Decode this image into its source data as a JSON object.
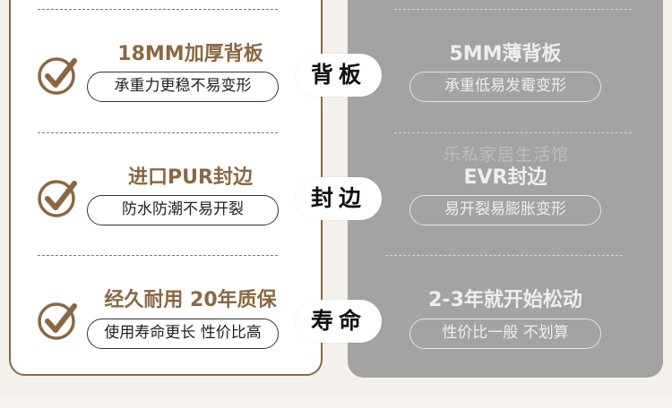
{
  "rows": [
    {
      "left_title": "18MM加厚背板",
      "left_desc": "承重力更稳不易变形",
      "label": "背板",
      "right_title": "5MM薄背板",
      "right_desc": "承重低易发霉变形"
    },
    {
      "left_title": "进口PUR封边",
      "left_desc": "防水防潮不易开裂",
      "label": "封边",
      "right_title": "EVR封边",
      "right_desc": "易开裂易膨胀变形"
    },
    {
      "left_title": "经久耐用 20年质保",
      "left_desc": "使用寿命更长 性价比高",
      "label": "寿命",
      "right_title": "2-3年就开始松动",
      "right_desc": "性价比一般 不划算"
    }
  ],
  "watermark": "乐私家居生活馆",
  "colors": {
    "accent": "#8a6843",
    "right_panel": "#a3a3a3"
  },
  "icons": {
    "check": "check-circle-icon"
  }
}
